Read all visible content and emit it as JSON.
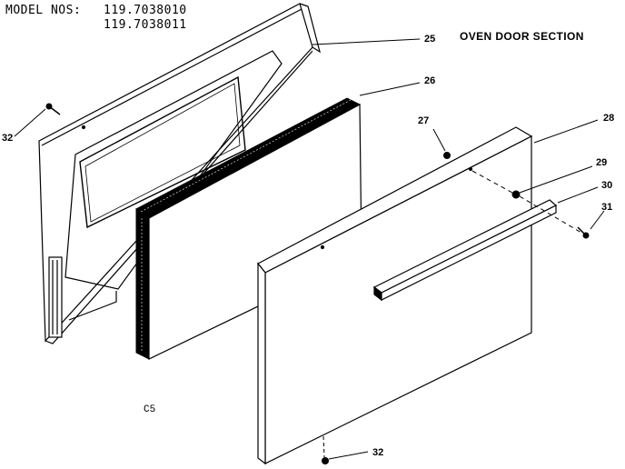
{
  "header": {
    "model_prefix": "MODEL NOS:",
    "model_1": "119.7038010",
    "model_2": "119.7038011"
  },
  "section_title": "OVEN DOOR SECTION",
  "page_code": "C5",
  "callouts": {
    "c25": "25",
    "c26": "26",
    "c27": "27",
    "c28": "28",
    "c29": "29",
    "c30": "30",
    "c31": "31",
    "c32_top": "32",
    "c32_bottom": "32"
  },
  "colors": {
    "ink": "#000000",
    "paper": "#ffffff"
  }
}
